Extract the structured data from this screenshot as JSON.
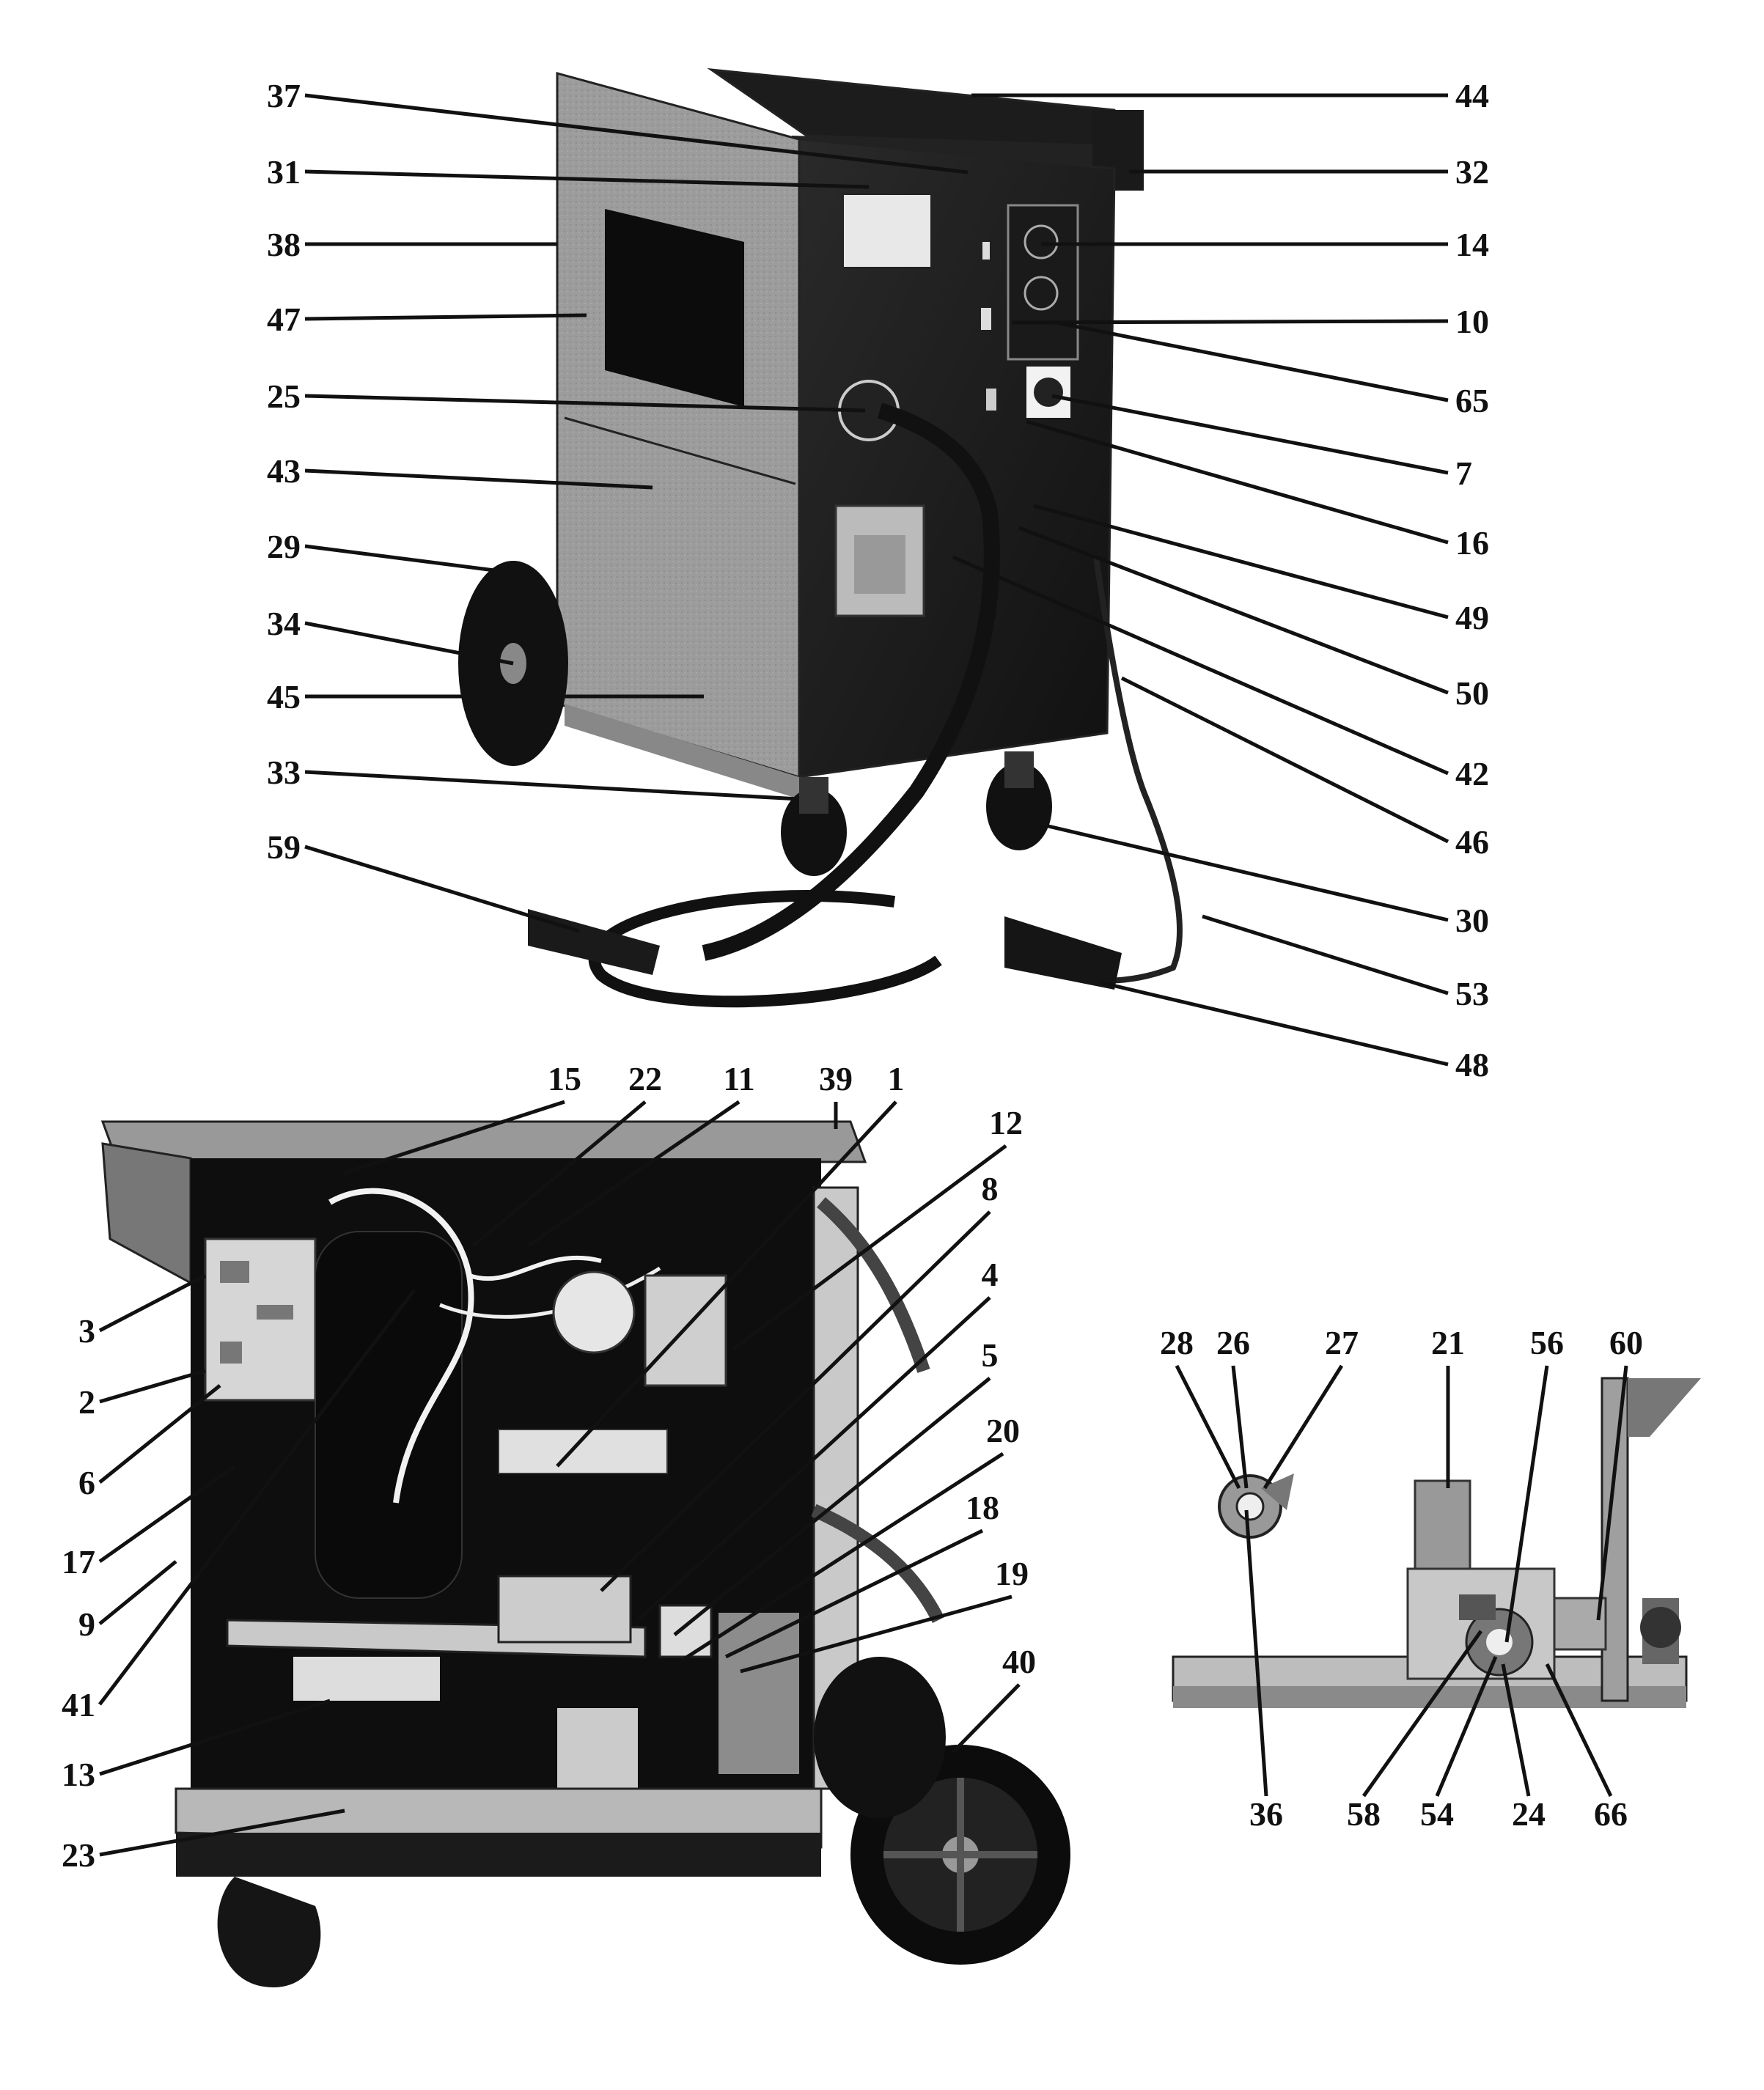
{
  "diagram": {
    "views": [
      {
        "id": "exterior",
        "description_hidden": true
      },
      {
        "id": "interior"
      },
      {
        "id": "wire-feed-detail"
      }
    ],
    "callouts": {
      "exterior_left": [
        "37",
        "31",
        "38",
        "47",
        "25",
        "43",
        "29",
        "34",
        "45",
        "33",
        "59"
      ],
      "exterior_right": [
        "44",
        "32",
        "14",
        "10",
        "65",
        "7",
        "16",
        "49",
        "50",
        "42",
        "46",
        "30",
        "53",
        "48"
      ],
      "interior_top": [
        "15",
        "22",
        "11",
        "39",
        "1",
        "12",
        "8",
        "4",
        "5",
        "20",
        "18",
        "19",
        "40"
      ],
      "interior_left": [
        "3",
        "2",
        "6",
        "17",
        "9",
        "41",
        "13",
        "23"
      ],
      "detail_top": [
        "28",
        "26",
        "27",
        "21",
        "56",
        "60"
      ],
      "detail_bottom": [
        "36",
        "58",
        "54",
        "24",
        "66"
      ]
    }
  }
}
